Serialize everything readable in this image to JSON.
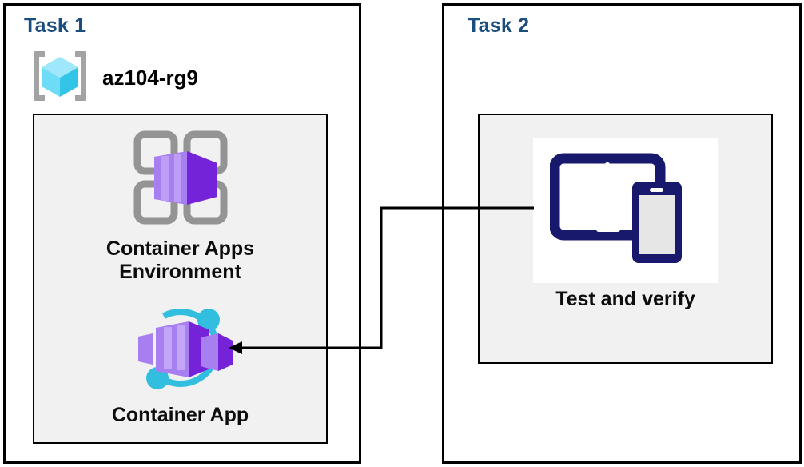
{
  "diagram": {
    "title_color": "#1a4e7e",
    "panel_bg": "#ffffff",
    "inner_bg": "#f1f1f1",
    "border_color": "#000000",
    "connector_color": "#000000"
  },
  "task1": {
    "title": "Task 1",
    "resource_group": {
      "name": "az104-rg9",
      "icon": "azure-resource-group-icon",
      "icon_colors": {
        "cube_light": "#9fe7fb",
        "cube_mid": "#50d9f5",
        "cube_dark": "#32c5e8",
        "bracket": "#a3a3a3"
      }
    },
    "resources": [
      {
        "label": "Container Apps\nEnvironment",
        "icon": "container-apps-environment-icon",
        "icon_colors": {
          "frame": "#949494",
          "box_light": "#a87ff0",
          "box_mid": "#8b4fe8",
          "box_dark": "#7523d8"
        }
      },
      {
        "label": "Container App",
        "icon": "container-app-icon",
        "icon_colors": {
          "box_light": "#a87ff0",
          "box_mid": "#8b4fe8",
          "box_dark": "#7523d8",
          "ring": "#32bede"
        }
      }
    ]
  },
  "task2": {
    "title": "Task 2",
    "resources": [
      {
        "label": "Test and verify",
        "icon": "test-devices-icon",
        "icon_colors": {
          "device": "#18186c",
          "screen": "#e6e6e6",
          "plate": "#ffffff"
        }
      }
    ]
  },
  "connector": {
    "name": "test-to-container-app-arrow",
    "from": "Test and verify",
    "to": "Container App",
    "arrowhead": "left"
  }
}
